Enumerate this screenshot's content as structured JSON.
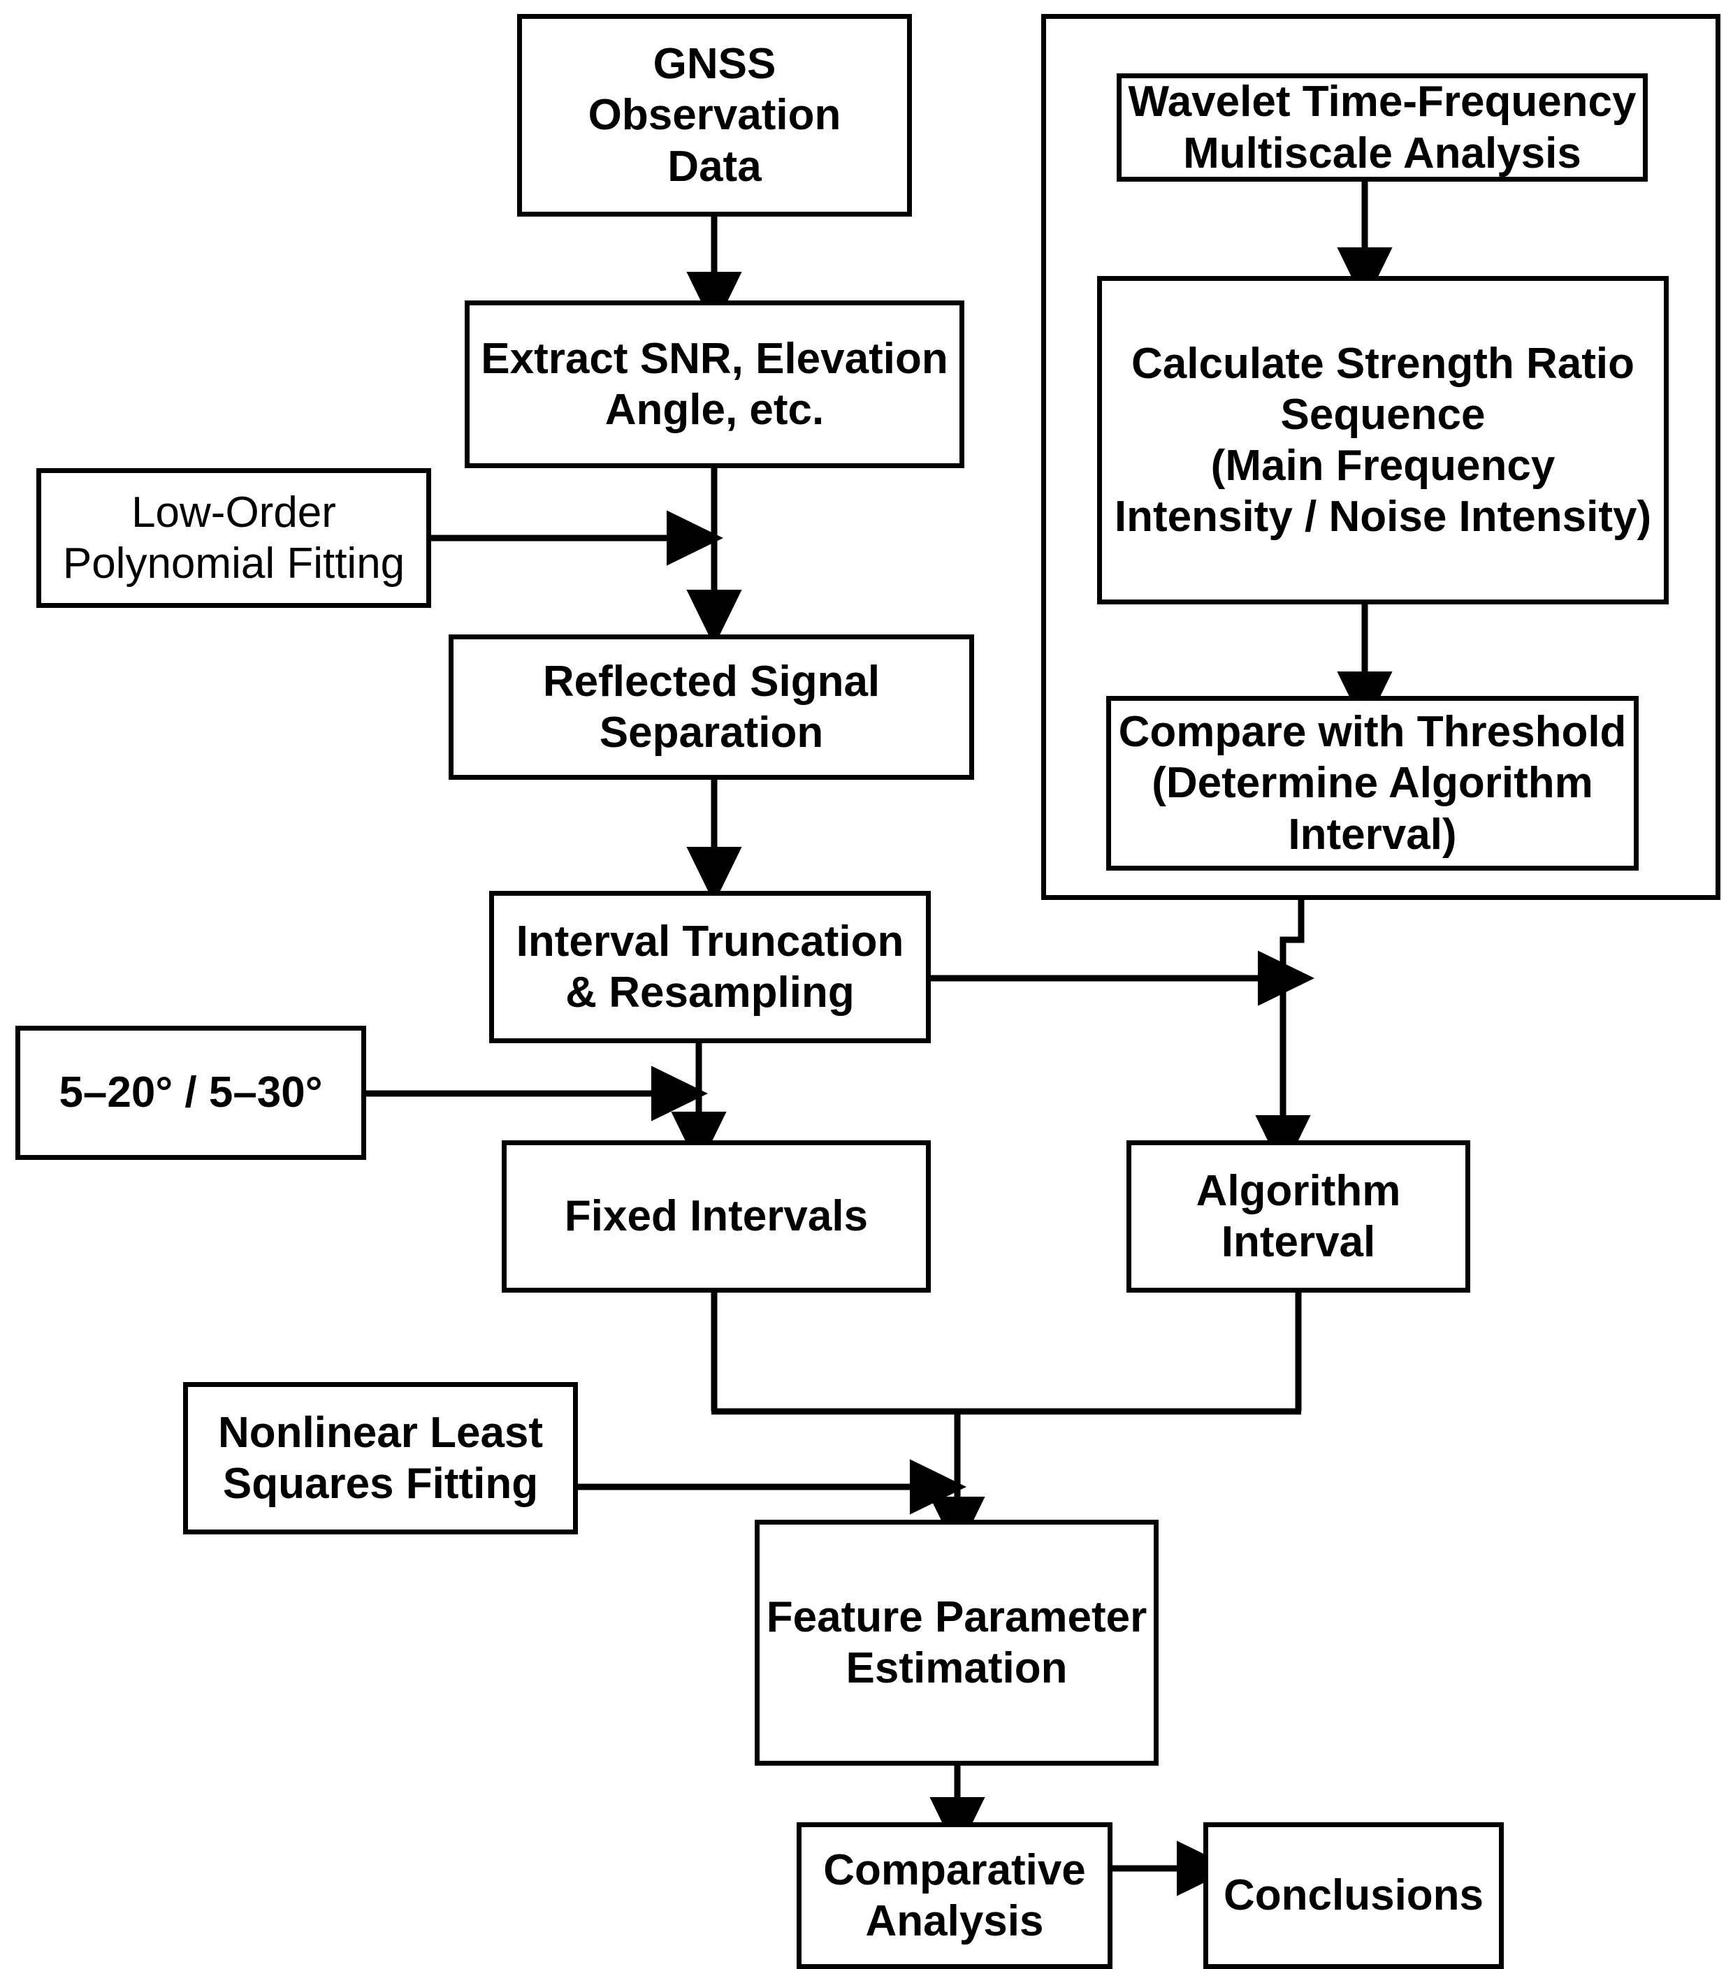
{
  "diagram": {
    "title": "GNSS-IR Reflected Signal Processing Flowchart",
    "stroke_color": "#000000",
    "background_color": "#ffffff",
    "nodes": {
      "gnss_observation_data": "GNSS Observation\nData",
      "extract_snr": "Extract SNR, Elevation\nAngle, etc.",
      "low_order_polynomial_fitting": "Low-Order\nPolynomial Fitting",
      "reflected_signal_separation": "Reflected Signal\nSeparation",
      "interval_truncation_resampling": "Interval Truncation\n& Resampling",
      "elevation_range": "5–20° / 5–30°",
      "fixed_intervals": "Fixed Intervals",
      "algorithm_interval": "Algorithm\nInterval",
      "nonlinear_least_squares_fitting": "Nonlinear Least\nSquares Fitting",
      "feature_parameter_estimation": "Feature Parameter\nEstimation",
      "comparative_analysis": "Comparative\nAnalysis",
      "conclusions": "Conclusions",
      "wavelet_analysis": "Wavelet Time-Frequency\nMultiscale Analysis",
      "calculate_strength_ratio": "Calculate Strength Ratio\nSequence\n(Main Frequency\nIntensity / Noise Intensity)",
      "compare_with_threshold": "Compare with Threshold\n(Determine Algorithm\nInterval)"
    },
    "group_label": ""
  },
  "chart_data": {
    "type": "diagram",
    "title": "GNSS-IR Reflected Signal Processing Flowchart",
    "nodes": [
      {
        "id": "gnss_observation_data",
        "label": "GNSS Observation Data",
        "column": "center",
        "row": 1
      },
      {
        "id": "extract_snr",
        "label": "Extract SNR, Elevation Angle, etc.",
        "column": "center",
        "row": 2
      },
      {
        "id": "low_order_polynomial_fitting",
        "label": "Low-Order Polynomial Fitting",
        "column": "left",
        "row": 2
      },
      {
        "id": "reflected_signal_separation",
        "label": "Reflected Signal Separation",
        "column": "center",
        "row": 3
      },
      {
        "id": "interval_truncation_resampling",
        "label": "Interval Truncation & Resampling",
        "column": "center",
        "row": 4
      },
      {
        "id": "elevation_range",
        "label": "5–20° / 5–30°",
        "column": "left",
        "row": 4
      },
      {
        "id": "fixed_intervals",
        "label": "Fixed Intervals",
        "column": "center",
        "row": 5
      },
      {
        "id": "algorithm_interval",
        "label": "Algorithm Interval",
        "column": "right",
        "row": 5
      },
      {
        "id": "nonlinear_least_squares_fitting",
        "label": "Nonlinear Least Squares Fitting",
        "column": "left",
        "row": 6
      },
      {
        "id": "feature_parameter_estimation",
        "label": "Feature Parameter Estimation",
        "column": "center",
        "row": 7
      },
      {
        "id": "comparative_analysis",
        "label": "Comparative Analysis",
        "column": "center",
        "row": 8
      },
      {
        "id": "conclusions",
        "label": "Conclusions",
        "column": "right",
        "row": 8
      },
      {
        "id": "wavelet_analysis",
        "label": "Wavelet Time-Frequency Multiscale Analysis",
        "column": "group",
        "row": 1
      },
      {
        "id": "calculate_strength_ratio",
        "label": "Calculate Strength Ratio Sequence (Main Frequency Intensity / Noise Intensity)",
        "column": "group",
        "row": 2
      },
      {
        "id": "compare_with_threshold",
        "label": "Compare with Threshold (Determine Algorithm Interval)",
        "column": "group",
        "row": 3
      }
    ],
    "edges": [
      {
        "from": "gnss_observation_data",
        "to": "extract_snr",
        "style": "arrow"
      },
      {
        "from": "extract_snr",
        "to": "reflected_signal_separation",
        "style": "arrow"
      },
      {
        "from": "low_order_polynomial_fitting",
        "to": "reflected_signal_separation",
        "style": "arrow"
      },
      {
        "from": "reflected_signal_separation",
        "to": "interval_truncation_resampling",
        "style": "arrow"
      },
      {
        "from": "interval_truncation_resampling",
        "to": "fixed_intervals",
        "style": "arrow"
      },
      {
        "from": "elevation_range",
        "to": "fixed_intervals",
        "style": "arrow"
      },
      {
        "from": "interval_truncation_resampling",
        "to": "algorithm_interval",
        "style": "arrow"
      },
      {
        "from": "compare_with_threshold",
        "to": "algorithm_interval",
        "style": "arrow"
      },
      {
        "from": "fixed_intervals",
        "to": "feature_parameter_estimation",
        "style": "arrow"
      },
      {
        "from": "algorithm_interval",
        "to": "feature_parameter_estimation",
        "style": "arrow"
      },
      {
        "from": "nonlinear_least_squares_fitting",
        "to": "feature_parameter_estimation",
        "style": "arrow"
      },
      {
        "from": "feature_parameter_estimation",
        "to": "comparative_analysis",
        "style": "arrow"
      },
      {
        "from": "comparative_analysis",
        "to": "conclusions",
        "style": "arrow"
      },
      {
        "from": "wavelet_analysis",
        "to": "calculate_strength_ratio",
        "style": "arrow"
      },
      {
        "from": "calculate_strength_ratio",
        "to": "compare_with_threshold",
        "style": "arrow"
      }
    ]
  }
}
